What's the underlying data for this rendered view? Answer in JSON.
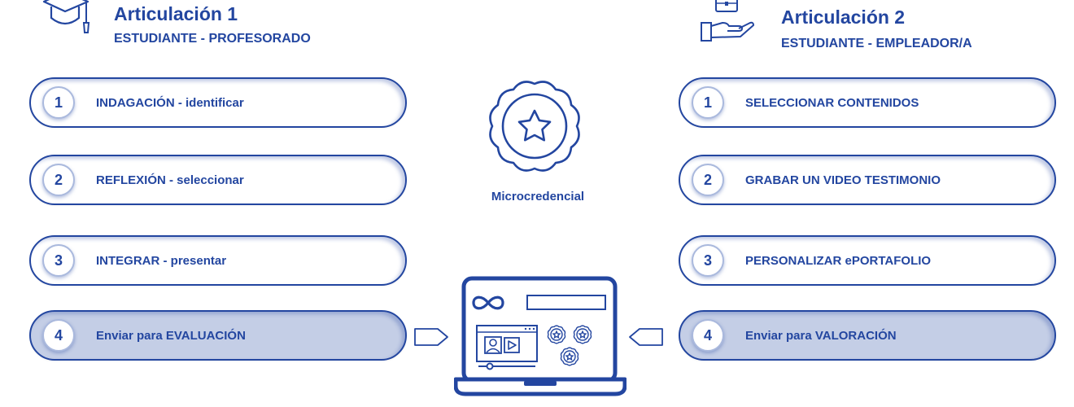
{
  "left": {
    "title": "Articulación 1",
    "subtitle": "ESTUDIANTE - PROFESORADO",
    "icon": "graduation-cap-icon",
    "steps": [
      {
        "number": "1",
        "label": "INDAGACIÓN - identificar"
      },
      {
        "number": "2",
        "label": "REFLEXIÓN - seleccionar"
      },
      {
        "number": "3",
        "label": "INTEGRAR - presentar"
      },
      {
        "number": "4",
        "label": "Enviar para EVALUACIÓN"
      }
    ]
  },
  "right": {
    "title": "Articulación 2",
    "subtitle": "ESTUDIANTE - EMPLEADOR/A",
    "icon": "briefcase-hand-icon",
    "steps": [
      {
        "number": "1",
        "label": "SELECCIONAR CONTENIDOS"
      },
      {
        "number": "2",
        "label": "GRABAR UN VIDEO TESTIMONIO"
      },
      {
        "number": "3",
        "label": "PERSONALIZAR ePORTAFOLIO"
      },
      {
        "number": "4",
        "label": "Enviar para VALORACIÓN"
      }
    ]
  },
  "center": {
    "badge_label": "Microcredencial",
    "badge_icon": "star-badge-icon",
    "laptop_icon": "laptop-eportfolio-icon"
  },
  "colors": {
    "primary": "#2346a0",
    "highlight": "#c4cee6"
  }
}
